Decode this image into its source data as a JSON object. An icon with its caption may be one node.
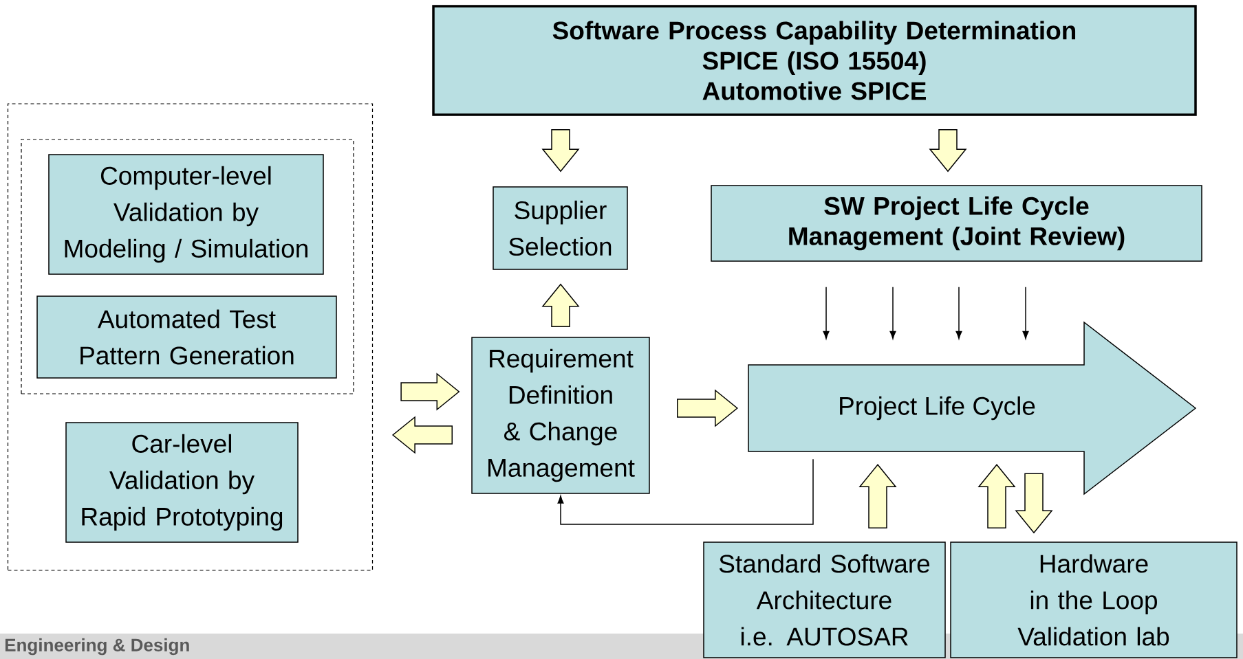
{
  "diagram": {
    "nodes": [
      {
        "text": [],
        "shape": "box"
      },
      {
        "text": [],
        "shape": "box",
        "in": 0
      },
      {
        "text": [
          "Computer-level Validation by Modeling / Simulation"
        ],
        "in": 1
      },
      {
        "text": [
          "Automated Test Pattern Generation"
        ],
        "in": 1
      },
      {
        "text": [
          "Car-level Validation by Rapid Prototyping"
        ],
        "in": 0
      },
      {
        "text": [
          "Software Process Capability Determination",
          "SPICE (ISO 15504)",
          "Automotive SPICE"
        ]
      },
      {
        "text": [
          "Supplier Selection"
        ]
      },
      {
        "text": [
          "SW Project Life Cycle Management (Joint Review)"
        ]
      },
      {
        "text": [
          "Requirement Definition & Change Management"
        ]
      },
      {
        "text": [
          "Project Life Cycle"
        ]
      },
      {
        "text": [
          "Standard Software Architecture",
          "i.e. AUTOSAR"
        ]
      },
      {
        "text": [
          "Hardware",
          "in the Loop Validation lab"
        ]
      }
    ],
    "edges": [
      {
        "from": 5,
        "to": 6,
        "arrow": "to",
        "style": "thick"
      },
      {
        "from": 5,
        "to": 7,
        "arrow": "to",
        "style": "thick"
      },
      {
        "from": 8,
        "to": 6,
        "arrow": "to",
        "style": "thick"
      },
      {
        "from": 0,
        "to": 8,
        "arrow": "to",
        "style": "thick"
      },
      {
        "from": 8,
        "to": 0,
        "arrow": "to",
        "style": "thick"
      },
      {
        "from": 8,
        "to": 9,
        "arrow": "to",
        "style": "thick"
      },
      {
        "from": 7,
        "to": 9,
        "arrow": "to"
      },
      {
        "from": 7,
        "to": 9,
        "arrow": "to"
      },
      {
        "from": 7,
        "to": 9,
        "arrow": "to"
      },
      {
        "from": 7,
        "to": 9,
        "arrow": "to"
      },
      {
        "from": 9,
        "to": 8,
        "arrow": "to"
      },
      {
        "from": 10,
        "to": 9,
        "arrow": "to",
        "style": "thick"
      },
      {
        "from": 11,
        "to": 9,
        "arrow": "to",
        "style": "thick"
      },
      {
        "from": 9,
        "to": 11,
        "arrow": "to",
        "style": "thick"
      }
    ],
    "labels": [
      "Engineering & Design"
    ]
  }
}
